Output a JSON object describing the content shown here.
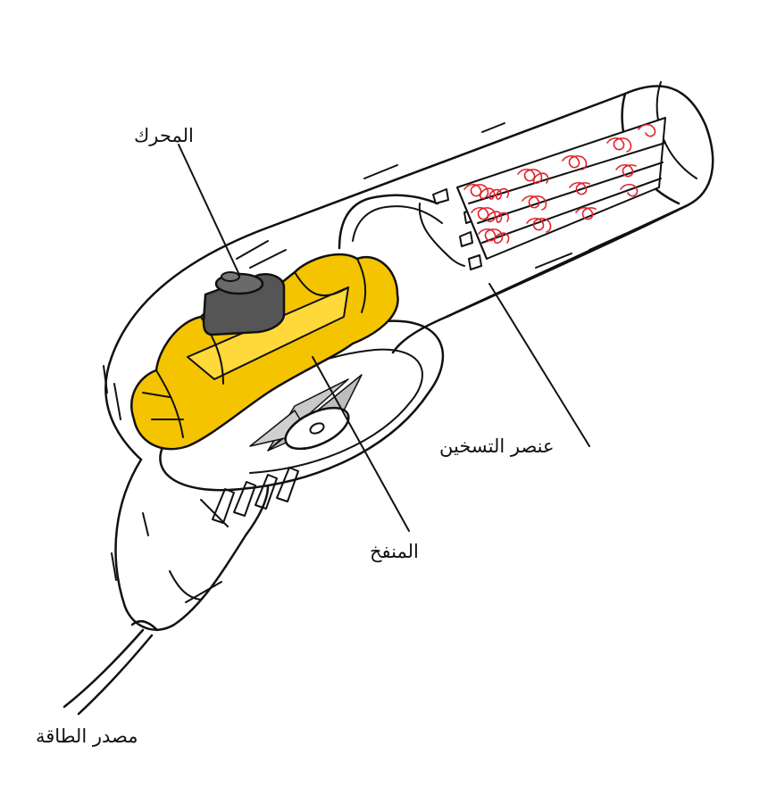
{
  "labels": {
    "motor": "المحرك",
    "heating_element": "عنصر التسخين",
    "fan": "المنفخ",
    "power_source": "مصدر الطاقة"
  },
  "colors": {
    "outline": "#111111",
    "motor_body": "#555555",
    "fan_housing": "#f5c400",
    "fan_highlight": "#ffd93a",
    "fan_blades": "#bdbdbd",
    "heating_coil": "#e0202a"
  }
}
